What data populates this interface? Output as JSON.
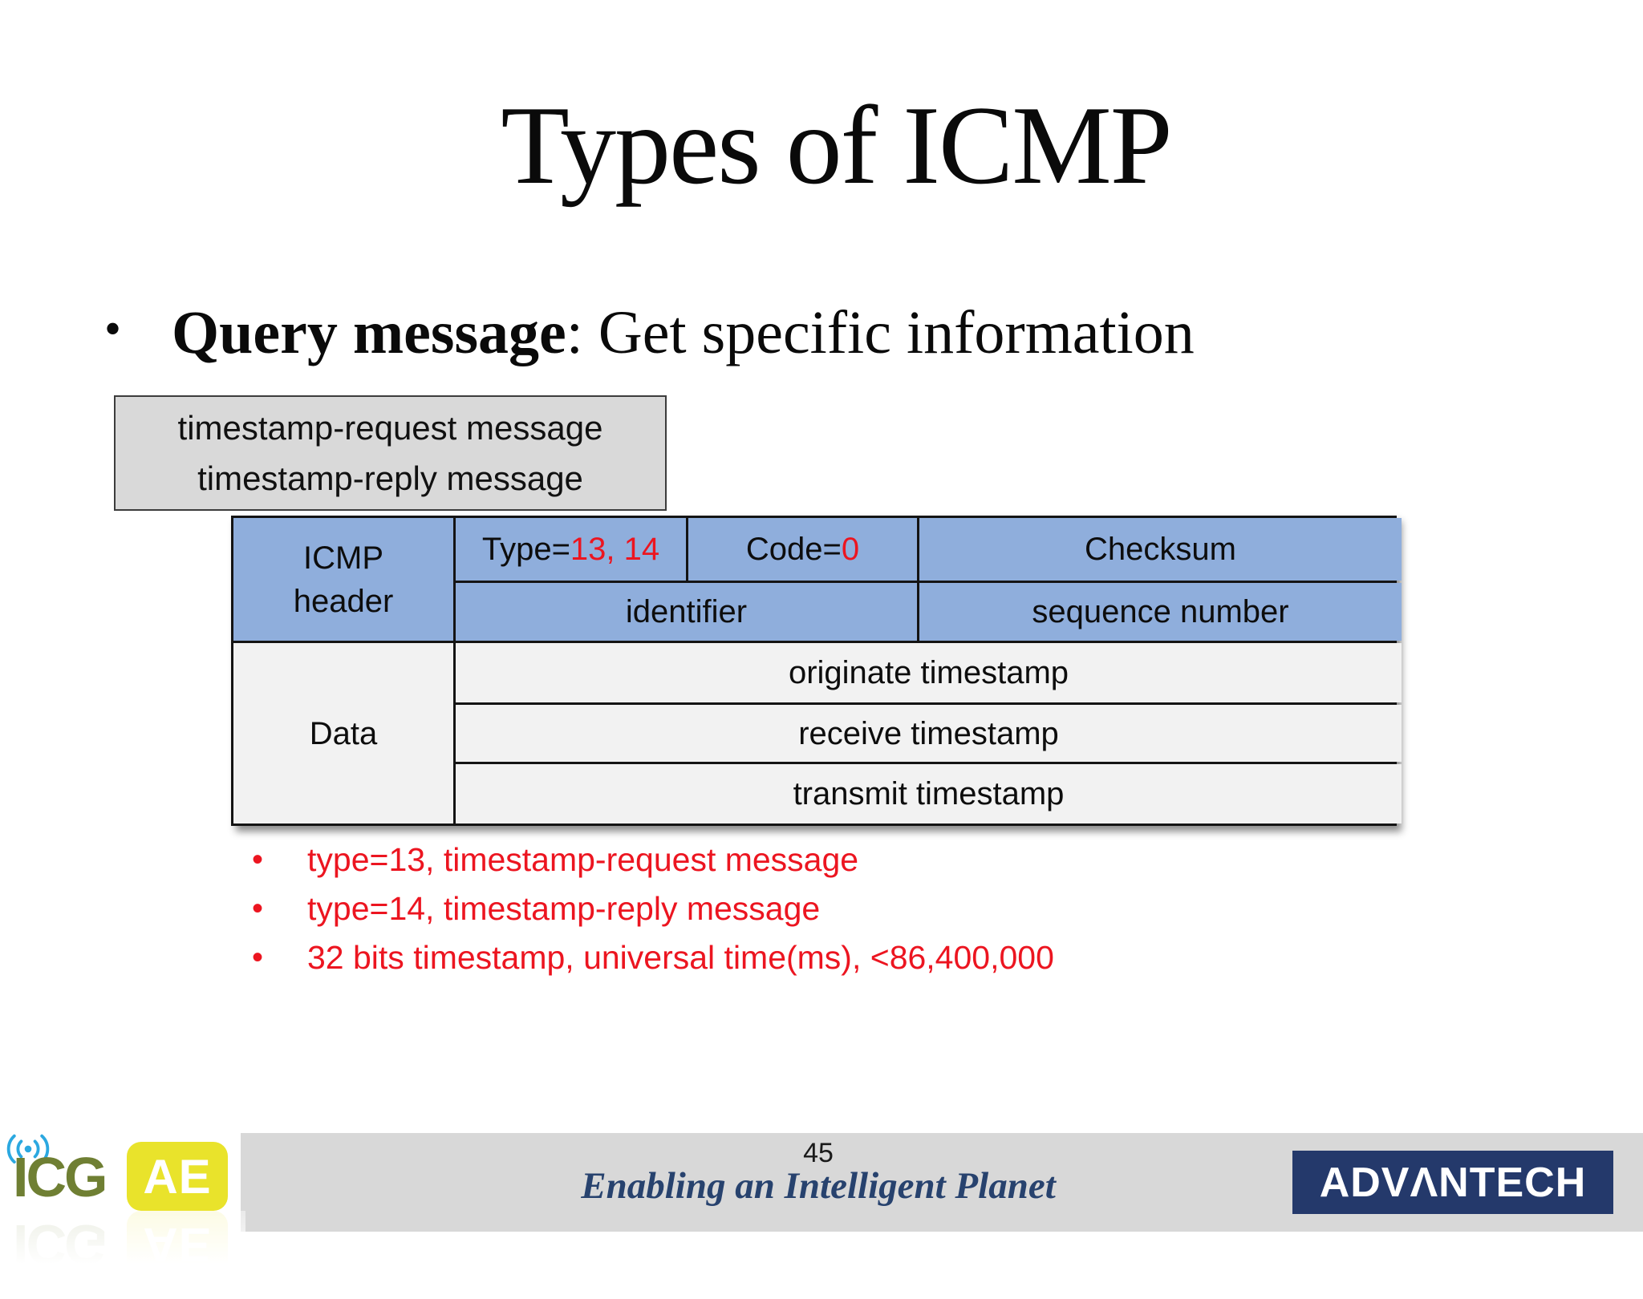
{
  "slide": {
    "title": "Types of ICMP",
    "bullet": {
      "term": "Query message",
      "rest": ": Get specific information"
    },
    "callout": {
      "line1": "timestamp-request message",
      "line2": "timestamp-reply message"
    },
    "table": {
      "header_line1": "ICMP",
      "header_line2": "header",
      "type_prefix": "Type=",
      "type_value": "13, 14",
      "code_prefix": "Code=",
      "code_value": "0",
      "checksum": "Checksum",
      "identifier": "identifier",
      "sequence_number": "sequence number",
      "data_label": "Data",
      "originate": "originate timestamp",
      "receive": "receive timestamp",
      "transmit": "transmit timestamp"
    },
    "notes": [
      "type=13, timestamp-request message",
      "type=14, timestamp-reply message",
      "32 bits timestamp, universal time(ms), <86,400,000"
    ],
    "footer": {
      "page_number": "45",
      "tagline": "Enabling an Intelligent Planet",
      "icg_text": "ICG",
      "ae_text": "AE",
      "advantech_text": "ADVΛNTECH"
    },
    "colors": {
      "table_blue": "#8FAEDC",
      "table_light_row": "#F2F2F2",
      "accent_red": "#EC1520",
      "advantech_navy": "#24396B",
      "tagline_navy": "#27426E",
      "callout_gray": "#D9D9D9",
      "footer_band_gray": "#D8D8D8",
      "icg_olive": "#6F7F33",
      "ae_yellow": "#E9E32B",
      "wifi_blue": "#2BA8E0"
    }
  }
}
